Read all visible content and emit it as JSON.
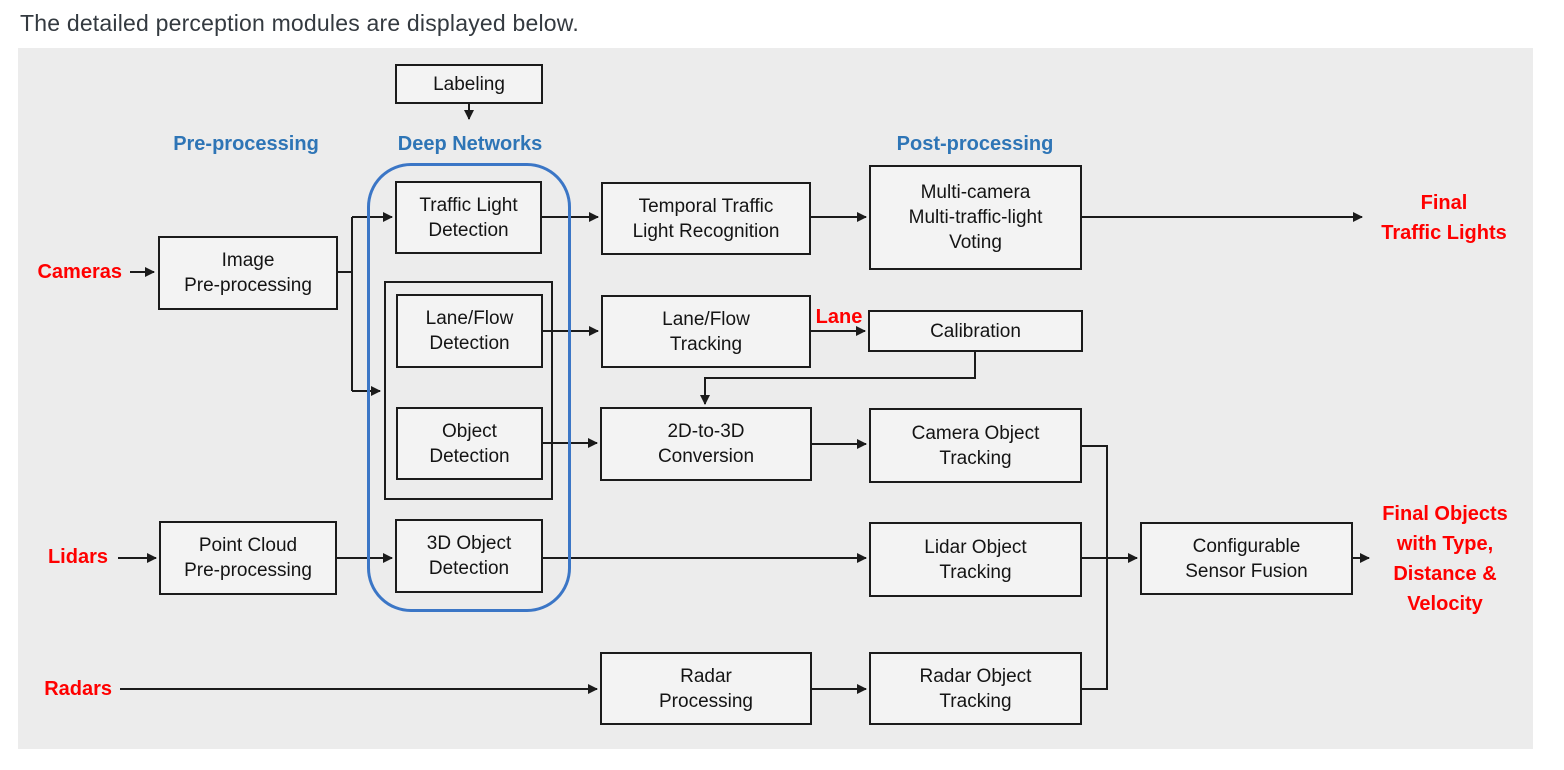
{
  "heading": "The detailed perception modules are displayed below.",
  "colors": {
    "accent_blue": "#2e75b6",
    "deep_network_outline_blue": "#3b76c6",
    "label_red": "#ff0000",
    "panel_bg": "#ececec",
    "box_border": "#1b1b1b"
  },
  "sections": {
    "pre": "Pre-processing",
    "deep": "Deep Networks",
    "post": "Post-processing"
  },
  "inputs": {
    "cameras": "Cameras",
    "lidars": "Lidars",
    "radars": "Radars"
  },
  "outputs": {
    "final_traffic_lights": "Final\nTraffic Lights",
    "final_objects": "Final Objects\nwith Type,\nDistance &\nVelocity"
  },
  "edge_labels": {
    "lane": "Lane"
  },
  "nodes": {
    "labeling": "Labeling",
    "image_pre": "Image\nPre-processing",
    "traffic_light_det": "Traffic Light\nDetection",
    "lane_flow_det": "Lane/Flow\nDetection",
    "object_det": "Object\nDetection",
    "object_det_3d": "3D Object\nDetection",
    "point_cloud_pre": "Point Cloud\nPre-processing",
    "temporal_tl_recognition": "Temporal Traffic\nLight Recognition",
    "multi_voting": "Multi-camera\nMulti-traffic-light\nVoting",
    "lane_flow_track": "Lane/Flow\nTracking",
    "calibration": "Calibration",
    "conversion_2d3d": "2D-to-3D\nConversion",
    "camera_obj_track": "Camera Object\nTracking",
    "lidar_obj_track": "Lidar Object\nTracking",
    "sensor_fusion": "Configurable\nSensor Fusion",
    "radar_processing": "Radar\nProcessing",
    "radar_obj_track": "Radar Object\nTracking"
  }
}
